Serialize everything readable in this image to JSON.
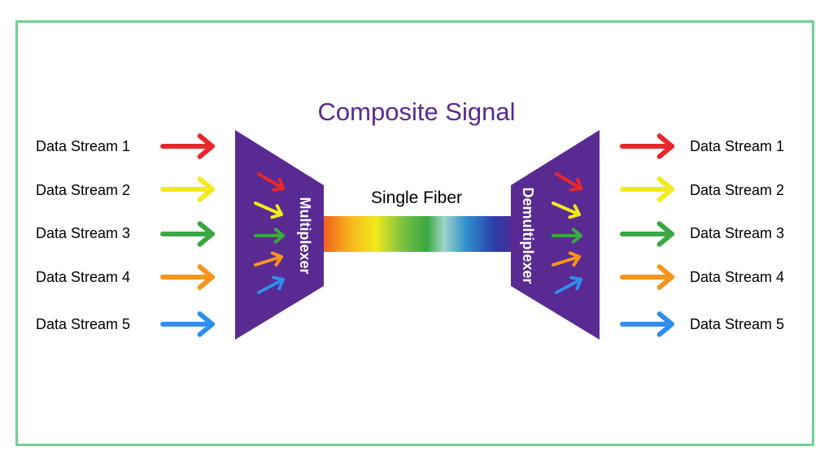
{
  "title": "Composite Signal",
  "fiber_label": "Single Fiber",
  "multiplexer_label": "Multiplexer",
  "demultiplexer_label": "Demultiplexer",
  "inputs": [
    {
      "label": "Data Stream 1",
      "color": "#e8272a"
    },
    {
      "label": "Data Stream 2",
      "color": "#f2ea1b"
    },
    {
      "label": "Data Stream 3",
      "color": "#3aa841"
    },
    {
      "label": "Data Stream 4",
      "color": "#f7941d"
    },
    {
      "label": "Data Stream 5",
      "color": "#2f8ef0"
    }
  ],
  "outputs": [
    {
      "label": "Data Stream 1",
      "color": "#e8272a"
    },
    {
      "label": "Data Stream 2",
      "color": "#f2ea1b"
    },
    {
      "label": "Data Stream 3",
      "color": "#3aa841"
    },
    {
      "label": "Data Stream 4",
      "color": "#f7941d"
    },
    {
      "label": "Data Stream 5",
      "color": "#2f8ef0"
    }
  ],
  "colors": {
    "frame": "#6fd093",
    "device": "#5a2a93",
    "title": "#5a2a93"
  },
  "icons": [
    "arrow-right-icon"
  ]
}
